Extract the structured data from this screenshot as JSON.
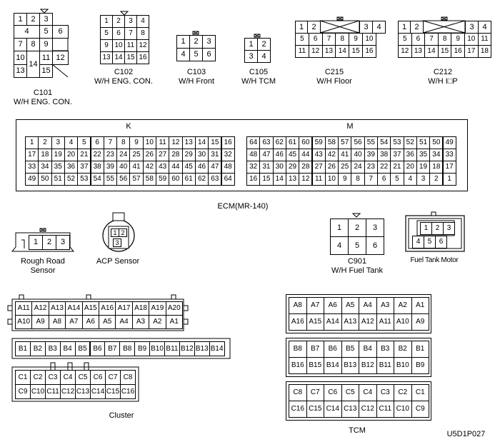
{
  "connectors": {
    "c101": {
      "caption": [
        "C101",
        "W/H ENG. CON."
      ],
      "pins": [
        "1",
        "2",
        "3",
        "4",
        "5",
        "6",
        "7",
        "8",
        "9",
        "10",
        "11",
        "12",
        "13",
        "14",
        "15"
      ]
    },
    "c102": {
      "caption": [
        "C102",
        "W/H ENG. CON."
      ],
      "pins": [
        "1",
        "2",
        "3",
        "4",
        "5",
        "6",
        "7",
        "8",
        "9",
        "10",
        "11",
        "12",
        "13",
        "14",
        "15",
        "16"
      ]
    },
    "c103": {
      "caption": [
        "C103",
        "W/H Front"
      ],
      "pins": [
        "1",
        "2",
        "3",
        "4",
        "5",
        "6"
      ]
    },
    "c105": {
      "caption": [
        "C105",
        "W/H TCM"
      ],
      "pins": [
        "1",
        "2",
        "3",
        "4"
      ]
    },
    "c215": {
      "caption": [
        "C215",
        "W/H Floor"
      ],
      "pins": [
        "1",
        "2",
        "3",
        "4",
        "5",
        "6",
        "7",
        "8",
        "9",
        "10",
        "11",
        "12",
        "13",
        "14",
        "15",
        "16"
      ]
    },
    "c212": {
      "caption": [
        "C212",
        "W/H I□P"
      ],
      "pins": [
        "1",
        "2",
        "3",
        "4",
        "5",
        "6",
        "7",
        "8",
        "9",
        "10",
        "11",
        "12",
        "13",
        "14",
        "15",
        "16",
        "17",
        "18"
      ]
    },
    "ecm": {
      "caption": "ECM(MR-140)",
      "k_label": "K",
      "m_label": "M",
      "k_rows": [
        [
          "1",
          "2",
          "3",
          "4",
          "5",
          "6",
          "7",
          "8",
          "9",
          "10",
          "11",
          "12",
          "13",
          "14",
          "15",
          "16"
        ],
        [
          "17",
          "18",
          "19",
          "20",
          "21",
          "22",
          "23",
          "24",
          "25",
          "26",
          "27",
          "28",
          "29",
          "30",
          "31",
          "32"
        ],
        [
          "33",
          "34",
          "35",
          "36",
          "37",
          "38",
          "39",
          "40",
          "41",
          "42",
          "43",
          "44",
          "45",
          "46",
          "47",
          "48"
        ],
        [
          "49",
          "50",
          "51",
          "52",
          "53",
          "54",
          "55",
          "56",
          "57",
          "58",
          "59",
          "60",
          "61",
          "62",
          "63",
          "64"
        ]
      ],
      "m_rows": [
        [
          "64",
          "63",
          "62",
          "61",
          "60",
          "59",
          "58",
          "57",
          "56",
          "55",
          "54",
          "53",
          "52",
          "51",
          "50",
          "49"
        ],
        [
          "48",
          "47",
          "46",
          "45",
          "44",
          "43",
          "42",
          "41",
          "40",
          "39",
          "38",
          "37",
          "36",
          "35",
          "34",
          "33"
        ],
        [
          "32",
          "31",
          "30",
          "29",
          "28",
          "27",
          "26",
          "25",
          "24",
          "23",
          "22",
          "21",
          "20",
          "19",
          "18",
          "17"
        ],
        [
          "16",
          "15",
          "14",
          "13",
          "12",
          "11",
          "10",
          "9",
          "8",
          "7",
          "6",
          "5",
          "4",
          "3",
          "2",
          "1"
        ]
      ]
    },
    "rough_road": {
      "caption": [
        "Rough Road",
        "Sensor"
      ],
      "pins": [
        "1",
        "2",
        "3"
      ]
    },
    "acp": {
      "caption": "ACP Sensor",
      "pins": [
        "1",
        "2",
        "3"
      ]
    },
    "c901": {
      "caption": [
        "C901",
        "W/H Fuel Tank"
      ],
      "pins": [
        "1",
        "2",
        "3",
        "4",
        "5",
        "6"
      ]
    },
    "fuel_tank_motor": {
      "caption": "Fuel Tank Motor",
      "pins": [
        "1",
        "2",
        "3",
        "4",
        "5",
        "6"
      ]
    },
    "cluster": {
      "caption": "Cluster",
      "a_rows": [
        [
          "A11",
          "A12",
          "A13",
          "A14",
          "A15",
          "A16",
          "A17",
          "A18",
          "A19",
          "A20"
        ],
        [
          "A10",
          "A9",
          "A8",
          "A7",
          "A6",
          "A5",
          "A4",
          "A3",
          "A2",
          "A1"
        ]
      ],
      "b_row": [
        "B1",
        "B2",
        "B3",
        "B4",
        "B5",
        "B6",
        "B7",
        "B8",
        "B9",
        "B10",
        "B11",
        "B12",
        "B13",
        "B14"
      ],
      "c_rows": [
        [
          "C1",
          "C2",
          "C3",
          "C4",
          "C5",
          "C6",
          "C7",
          "C8"
        ],
        [
          "C9",
          "C10",
          "C11",
          "C12",
          "C13",
          "C14",
          "C15",
          "C16"
        ]
      ]
    },
    "tcm": {
      "caption": "TCM",
      "a_rows": [
        [
          "A8",
          "A7",
          "A6",
          "A5",
          "A4",
          "A3",
          "A2",
          "A1"
        ],
        [
          "A16",
          "A15",
          "A14",
          "A13",
          "A12",
          "A11",
          "A10",
          "A9"
        ]
      ],
      "b_rows": [
        [
          "B8",
          "B7",
          "B6",
          "B5",
          "B4",
          "B3",
          "B2",
          "B1"
        ],
        [
          "B16",
          "B15",
          "B14",
          "B13",
          "B12",
          "B11",
          "B10",
          "B9"
        ]
      ],
      "c_rows": [
        [
          "C8",
          "C7",
          "C6",
          "C5",
          "C4",
          "C3",
          "C2",
          "C1"
        ],
        [
          "C16",
          "C15",
          "C14",
          "C13",
          "C12",
          "C11",
          "C10",
          "C9"
        ]
      ]
    }
  },
  "figure_code": "U5D1P027"
}
